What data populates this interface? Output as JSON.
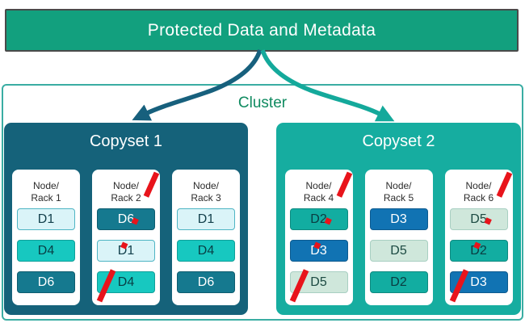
{
  "banner": {
    "label": "Protected Data and Metadata"
  },
  "cluster": {
    "label": "Cluster"
  },
  "copysets": [
    {
      "title": "Copyset 1",
      "nodes": [
        {
          "name_line1": "Node/",
          "name_line2": "Rack 1",
          "failed": false,
          "blocks": [
            "D1",
            "D4",
            "D6"
          ]
        },
        {
          "name_line1": "Node/",
          "name_line2": "Rack 2",
          "failed": true,
          "blocks": [
            "D6",
            "D1",
            "D4"
          ]
        },
        {
          "name_line1": "Node/",
          "name_line2": "Rack 3",
          "failed": false,
          "blocks": [
            "D1",
            "D4",
            "D6"
          ]
        }
      ]
    },
    {
      "title": "Copyset 2",
      "nodes": [
        {
          "name_line1": "Node/",
          "name_line2": "Rack 4",
          "failed": true,
          "blocks": [
            "D2",
            "D3",
            "D5"
          ]
        },
        {
          "name_line1": "Node/",
          "name_line2": "Rack 5",
          "failed": false,
          "blocks": [
            "D3",
            "D5",
            "D2"
          ]
        },
        {
          "name_line1": "Node/",
          "name_line2": "Rack 6",
          "failed": true,
          "blocks": [
            "D5",
            "D2",
            "D3"
          ]
        }
      ]
    }
  ],
  "colors": {
    "banner_bg": "#12A07E",
    "banner_border": "#4A4A4A",
    "cluster_border": "#3AADA3",
    "cluster_label": "#0F8A60",
    "copyset1_bg": "#15627A",
    "copyset2_bg": "#16ADA0",
    "arrow_left": "#17607D",
    "arrow_right": "#14A99B",
    "failure": "#E8141B",
    "block_styles": {
      "D1": {
        "bg": "#DAF4F8",
        "fg": "#123F4B",
        "border": "#4FB5C4"
      },
      "D2": {
        "bg": "#12ADA1",
        "fg": "#0A3C41",
        "border": "#0E8A80"
      },
      "D3": {
        "bg": "#1173B3",
        "fg": "#FFFFFF",
        "border": "#0D5B90"
      },
      "D4": {
        "bg": "#17C8C0",
        "fg": "#083F45",
        "border": "#0FA09A"
      },
      "D5": {
        "bg": "#CFE7DB",
        "fg": "#1C4A42",
        "border": "#A8CFC2"
      },
      "D6": {
        "bg": "#15798F",
        "fg": "#FFFFFF",
        "border": "#0E5D70"
      }
    }
  }
}
